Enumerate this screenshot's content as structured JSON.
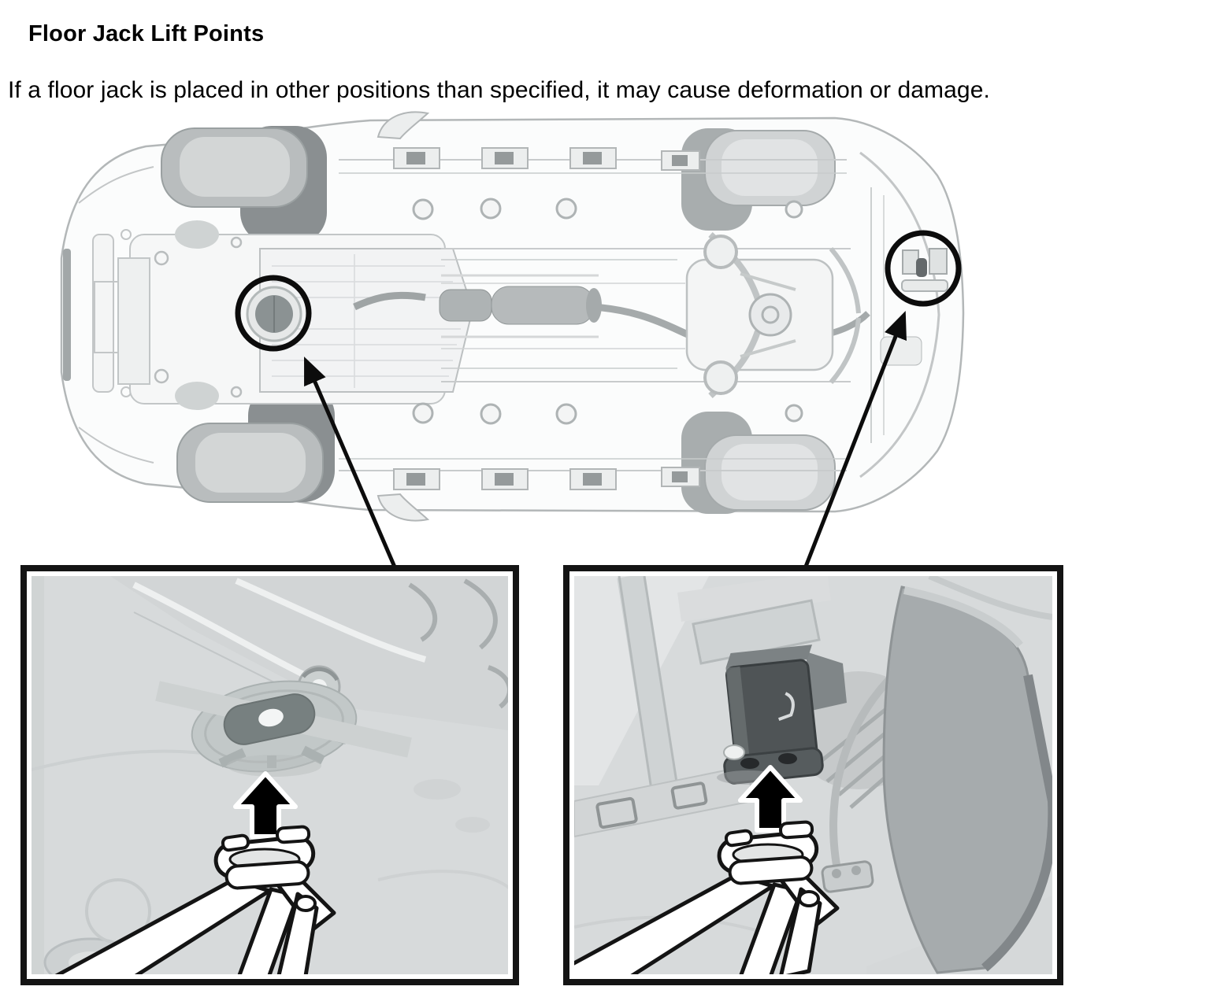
{
  "heading": {
    "title": "Floor Jack Lift Points"
  },
  "body": {
    "text": "If a floor jack is placed in other positions than specified, it may cause deformation or damage."
  },
  "figure": {
    "type": "technical-illustration",
    "view": "vehicle-underbody-bottom-view-front-at-left",
    "markers": [
      {
        "name": "front-lift-point",
        "shape": "circle"
      },
      {
        "name": "rear-lift-point",
        "shape": "circle"
      }
    ],
    "insets": [
      {
        "name": "front-lift-point-detail",
        "icons": [
          "up-arrow-icon",
          "floor-jack-saddle"
        ]
      },
      {
        "name": "rear-lift-point-detail",
        "icons": [
          "up-arrow-icon",
          "floor-jack-saddle"
        ]
      }
    ],
    "colors": {
      "page_bg": "#ffffff",
      "text": "#000000",
      "diagram_line": "#b9bdbe",
      "inset_bg": "#d7dadb",
      "inset_border": "#141414",
      "marker": "#0c0c0c",
      "arrow": "#000000",
      "front_pad": "#778080",
      "rear_bracket": "#4f5456"
    }
  }
}
